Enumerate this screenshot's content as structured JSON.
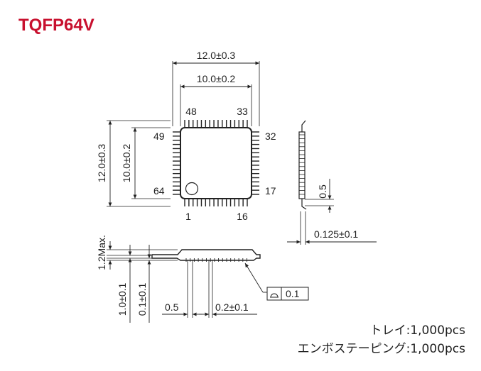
{
  "title": "TQFP64V",
  "title_color": "#c8102e",
  "line_color": "#222222",
  "top_view": {
    "outer_width_dim": "12.0±0.3",
    "inner_width_dim": "10.0±0.2",
    "outer_height_dim": "12.0±0.3",
    "inner_height_dim": "10.0±0.2",
    "pin_labels": {
      "top_left": "48",
      "top_right": "33",
      "left_top": "49",
      "left_bottom": "64",
      "right_top": "32",
      "right_bottom": "17",
      "bottom_left": "1",
      "bottom_right": "16"
    },
    "pins_per_side": 16
  },
  "side_view_right": {
    "pitch_dim": "0.5",
    "thickness_dim": "0.125±0.1"
  },
  "side_view_bottom": {
    "height_max_dim": "1.2Max.",
    "body_dim": "1.0±0.1",
    "standoff_dim": "0.1±0.1",
    "pitch_dim": "0.5",
    "lead_width_dim": "0.2±0.1",
    "flatness_value": "0.1"
  },
  "packaging": {
    "tray": "トレイ:1,000pcs",
    "emboss_tape": "エンボステーピング:1,000pcs"
  }
}
